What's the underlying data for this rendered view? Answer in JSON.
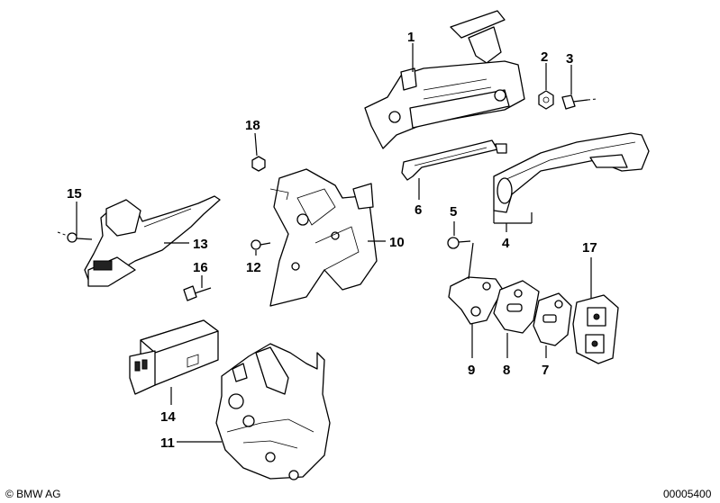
{
  "callouts": {
    "c1": "1",
    "c2": "2",
    "c3": "3",
    "c4": "4",
    "c5": "5",
    "c6": "6",
    "c7": "7",
    "c8": "8",
    "c9": "9",
    "c10": "10",
    "c11": "11",
    "c12": "12",
    "c13": "13",
    "c14": "14",
    "c15": "15",
    "c16": "16",
    "c17": "17",
    "c18": "18"
  },
  "footer": {
    "copyright": "© BMW AG",
    "diagram_number": "00005400"
  }
}
